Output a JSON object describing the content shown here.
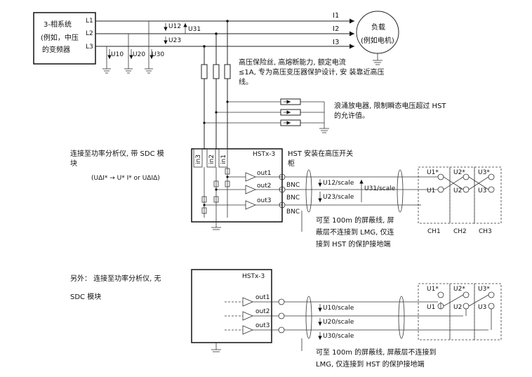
{
  "source": {
    "title": "3-相系统",
    "line1": "(例如，中压",
    "line2": "的变频器",
    "phases": [
      "L1",
      "L2",
      "L3"
    ]
  },
  "voltages": {
    "u12": "U12",
    "u31": "U31",
    "u23": "U23",
    "u10": "U10",
    "u20": "U20",
    "u30": "U30"
  },
  "currents": [
    "I1",
    "I2",
    "I3"
  ],
  "load": {
    "title": "负载",
    "sub": "(例如电机)"
  },
  "fuse_note": [
    "高压保险丝, 高熔断能力, 额定电流",
    "≤1A, 专为高压变压器保护设计, 安 装靠近高压",
    "线。"
  ],
  "surge_note": [
    "浪涌放电器, 限制瞬态电压超过 HST",
    "的允许值。"
  ],
  "upper": {
    "left_note": [
      "连接至功率分析仪, 带 SDC 模",
      "块"
    ],
    "formula": "(UΔI* → U* I* or UΔIΔ)",
    "box_title": "HSTx-3",
    "inputs": [
      "in3",
      "in2",
      "in1"
    ],
    "outputs": [
      "out1",
      "out2",
      "out3"
    ],
    "bnc": "BNC",
    "install_note": [
      "HST 安装在高压开关",
      "柜"
    ],
    "cable_labels": [
      "U12/scale",
      "U23/scale",
      "U31/scale"
    ],
    "cable_note": [
      "可至 100m 的屏蔽线, 屏",
      "蔽层不连接到 LMG, 仅连",
      "接到 HST 的保护接地端"
    ],
    "channels": [
      "CH1",
      "CH2",
      "CH3"
    ]
  },
  "lower": {
    "left_note": [
      "另外： 连接至功率分析仪, 无",
      "SDC 模块"
    ],
    "box_title": "HSTx-3",
    "outputs": [
      "out1",
      "out2",
      "out3"
    ],
    "cable_labels": [
      "U10/scale",
      "U20/scale",
      "U30/scale"
    ],
    "cable_note": [
      "可至 100m 的屏蔽线,  屏蔽层不连接到",
      "LMG, 仅连接到 HST 的保护接地端"
    ]
  },
  "analyzer": {
    "star_labels": [
      "U1*",
      "U2*",
      "U3*"
    ],
    "labels": [
      "U1",
      "U2",
      "U3"
    ]
  }
}
